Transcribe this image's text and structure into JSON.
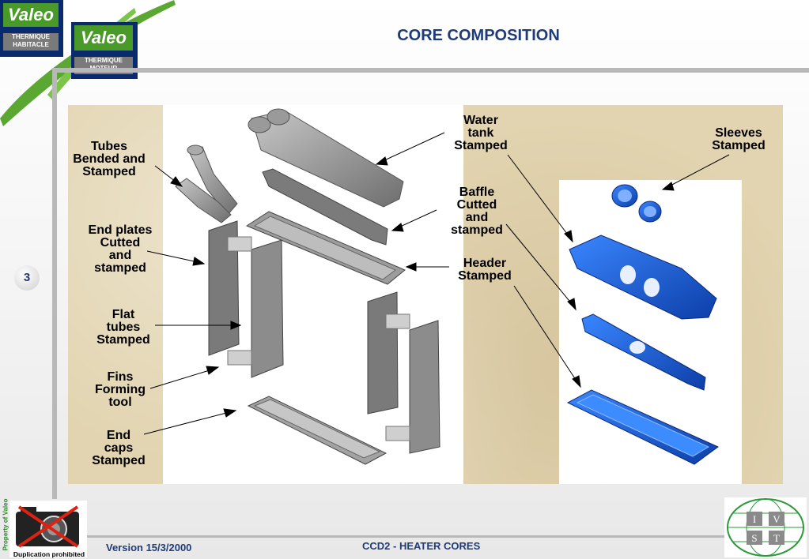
{
  "title": "CORE COMPOSITION",
  "page_number": "3",
  "logos": {
    "brand": "Valeo",
    "logo1_sub": "THERMIQUE\nHABITACLE",
    "logo2_sub": "THERMIQUE\nMOTEUR"
  },
  "labels": {
    "tubes": "Tubes\nBended and\nStamped",
    "end_plates": "End plates\nCutted\nand\nstamped",
    "flat_tubes": "Flat\ntubes\nStamped",
    "fins": "Fins\nForming\ntool",
    "end_caps": "End\ncaps\nStamped",
    "water_tank": "Water\ntank\nStamped",
    "baffle": "Baffle\nCutted\nand\nstamped",
    "header": "Header\nStamped",
    "sleeves": "Sleeves\nStamped"
  },
  "footer": {
    "version": "Version 15/3/2000",
    "doc": "CCD2 - HEATER CORES",
    "property": "Property of Valeo",
    "duplication": "Duplication prohibited",
    "ivst_letters": [
      "I",
      "V",
      "S",
      "T"
    ]
  },
  "colors": {
    "title": "#1f3b78",
    "part_blue": "#1a5fd8",
    "part_gray": "#8a8a8a",
    "valeo_green": "#4a9a2a",
    "valeo_navy": "#0a2a6e"
  }
}
